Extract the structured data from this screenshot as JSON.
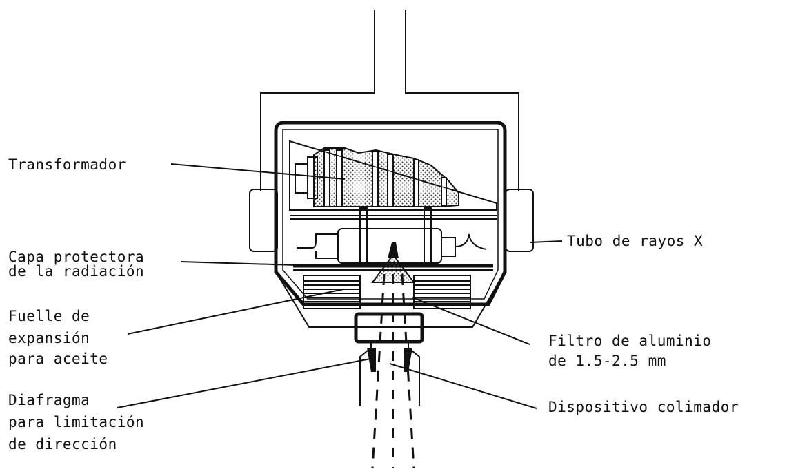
{
  "labels": {
    "transformador": "Transformador",
    "capa_line1": "Capa protectora",
    "capa_line2": "de la radiación",
    "fuelle_line1": "Fuelle de",
    "fuelle_line2": "expansión",
    "fuelle_line3": "para aceite",
    "diafragma_line1": "Diafragma",
    "diafragma_line2": "para limitación",
    "diafragma_line3": "de dirección",
    "tubo": "Tubo de rayos X",
    "filtro_line1": "Filtro de aluminio",
    "filtro_line2": "de 1.5-2.5 mm",
    "colimador": "Dispositivo colimador"
  }
}
